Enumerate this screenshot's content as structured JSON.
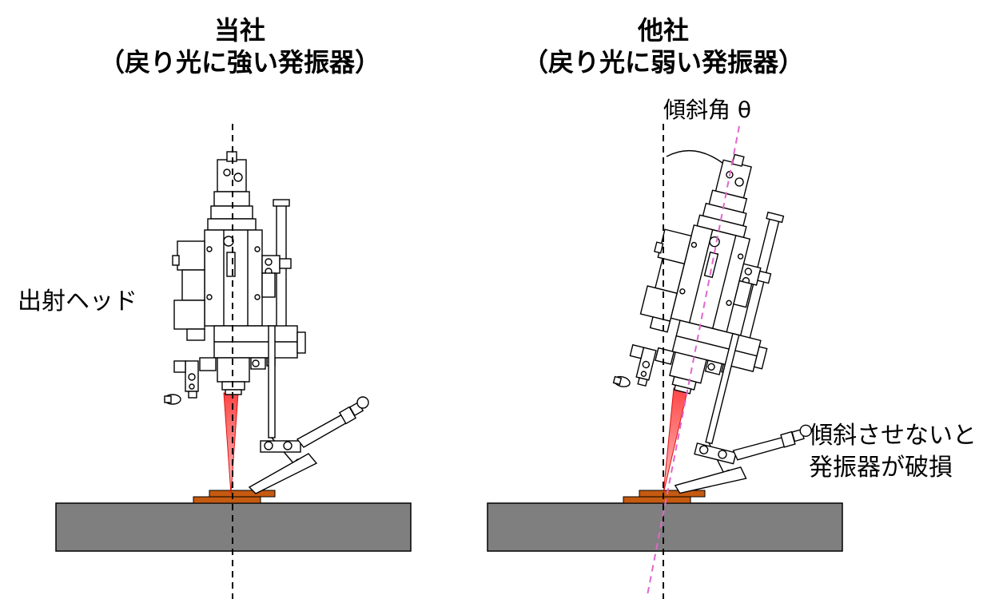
{
  "left_panel": {
    "title_line1": "当社",
    "title_line2": "（戻り光に強い発振器）",
    "head_label": "出射ヘッド"
  },
  "right_panel": {
    "title_line1": "他社",
    "title_line2": "（戻り光に弱い発振器）",
    "angle_label": "傾斜角 θ",
    "note_line1": "傾斜させないと",
    "note_line2": "発振器が破損"
  },
  "colors": {
    "base_plate": "#7f7f7f",
    "workpiece": "#c55a11",
    "laser_beam": "#ff4d4d",
    "tilt_axis": "#e066cc",
    "vertical_axis": "#000000"
  }
}
